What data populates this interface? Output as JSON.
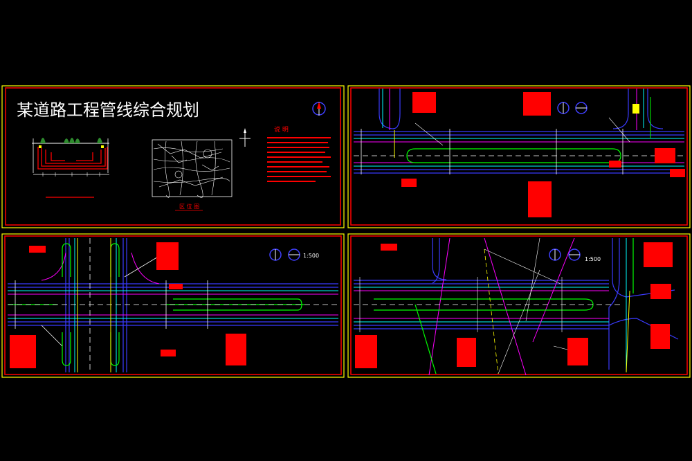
{
  "title": "某道路工程管线综合规划",
  "notes_heading": "说 明",
  "location_map_label": "区 位 图",
  "scale_label": "1:500",
  "colors": {
    "background": "#000000",
    "frame_red": "#ff0000",
    "frame_yellow": "#ffff00",
    "pipe_blue": "#3b3bff",
    "pipe_cyan": "#00ffff",
    "pipe_green": "#00ff00",
    "pipe_magenta": "#ff00ff",
    "white": "#ffffff"
  },
  "panels": [
    {
      "id": "title-panel"
    },
    {
      "id": "plan-panel-1"
    },
    {
      "id": "plan-panel-2"
    },
    {
      "id": "plan-panel-3"
    }
  ]
}
